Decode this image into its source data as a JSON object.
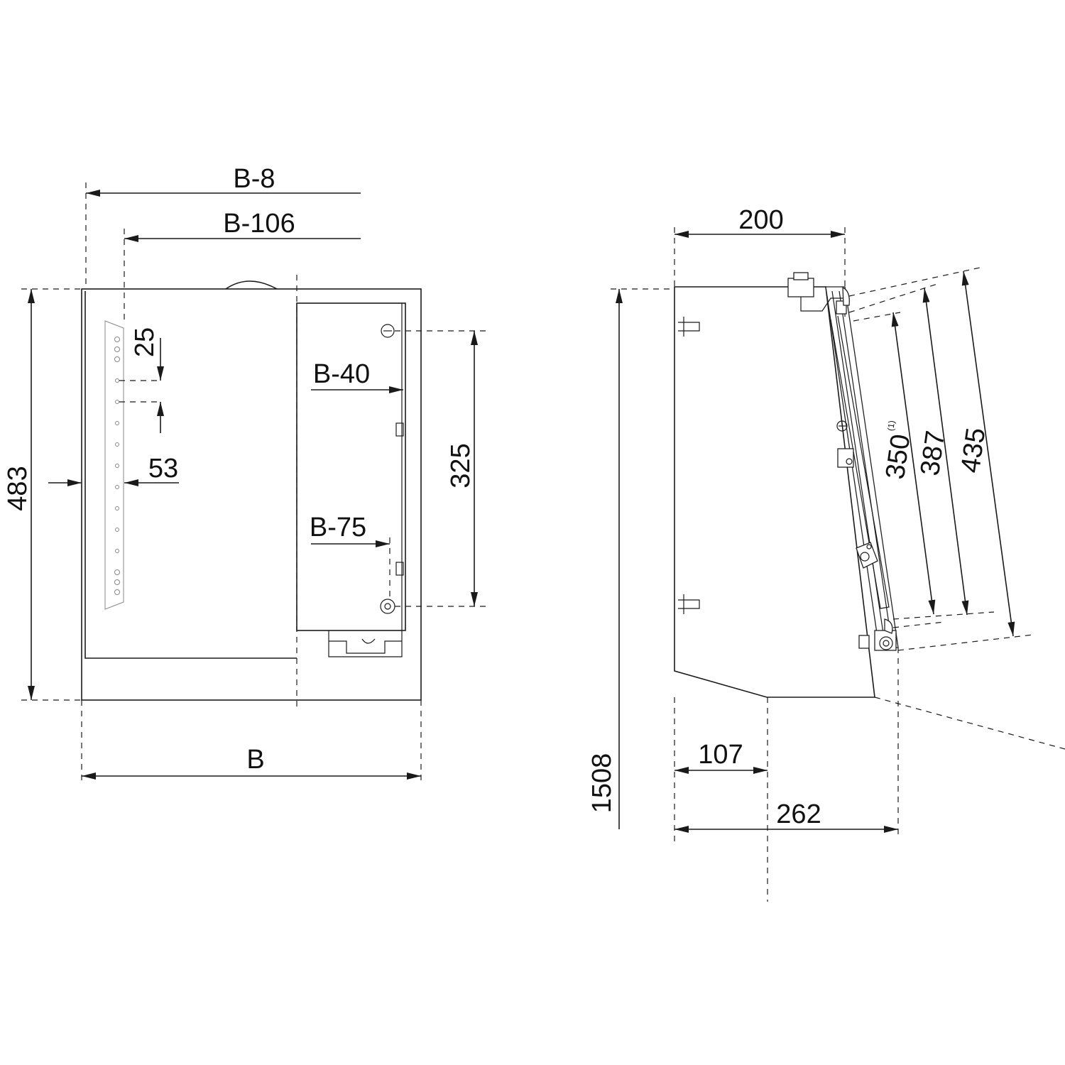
{
  "front_view": {
    "dim_b8": "B-8",
    "dim_b106": "B-106",
    "dim_25": "25",
    "dim_53": "53",
    "dim_b40": "B-40",
    "dim_b75": "B-75",
    "dim_325": "325",
    "dim_483": "483",
    "dim_b": "B"
  },
  "side_view": {
    "dim_200": "200",
    "dim_1508": "1508",
    "dim_107": "107",
    "dim_262": "262",
    "dim_350": "350",
    "dim_350_note": "(1)",
    "dim_387": "387",
    "dim_435": "435"
  }
}
